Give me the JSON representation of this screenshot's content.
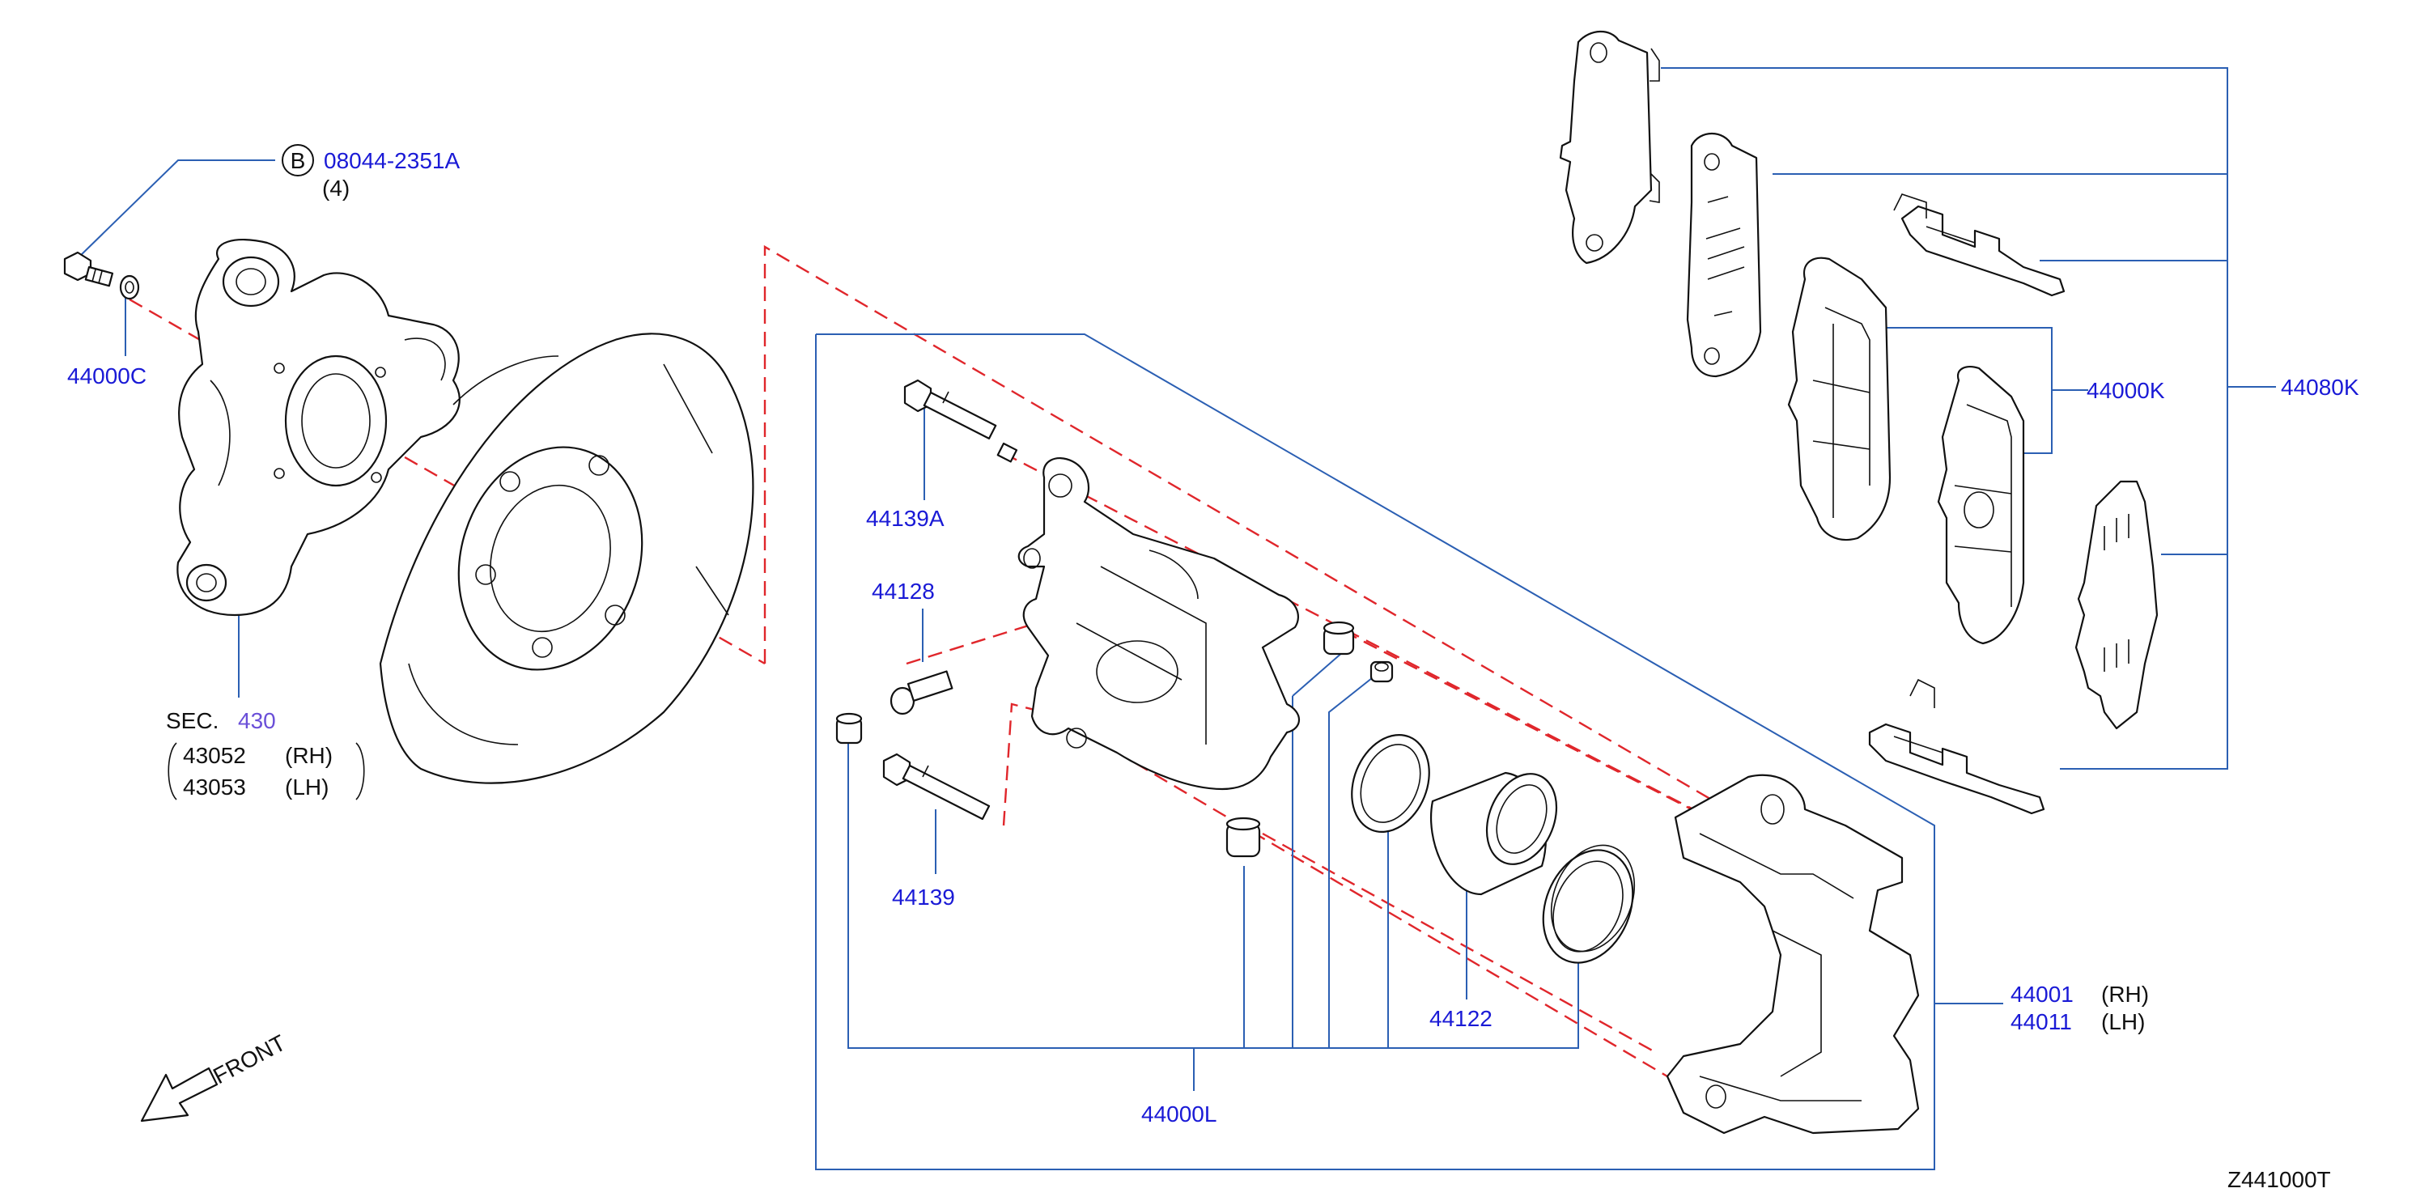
{
  "diagram_code": "Z441000T",
  "parts": {
    "bolt": {
      "circled_letter": "B",
      "part_no": "08044-2351A",
      "qty": "(4)"
    },
    "washer": {
      "part_no": "44000C"
    },
    "knuckle": {
      "sec_label": "SEC.",
      "sec_no": "430",
      "rh_no": "43052",
      "rh": "(RH)",
      "lh_no": "43053",
      "lh": "(LH)"
    },
    "guide_pin_upper": {
      "part_no": "44139A"
    },
    "pin_boot": {
      "part_no": "44128"
    },
    "guide_pin_lower": {
      "part_no": "44139"
    },
    "piston": {
      "part_no": "44122"
    },
    "seal_kit": {
      "part_no": "44000L"
    },
    "caliper_body": {
      "rh_no": "44001",
      "rh": "(RH)",
      "lh_no": "44011",
      "lh": "(LH)"
    },
    "pad_kit": {
      "part_no": "44000K"
    },
    "pad_hardware_kit": {
      "part_no": "44080K"
    }
  },
  "front_indicator": {
    "label": "FRONT"
  },
  "colors": {
    "label_text": "#1a1ad6",
    "leader_line": "#2b5fb3",
    "dashed_line": "#e0262b",
    "section_ref": "#6a4fd8"
  }
}
